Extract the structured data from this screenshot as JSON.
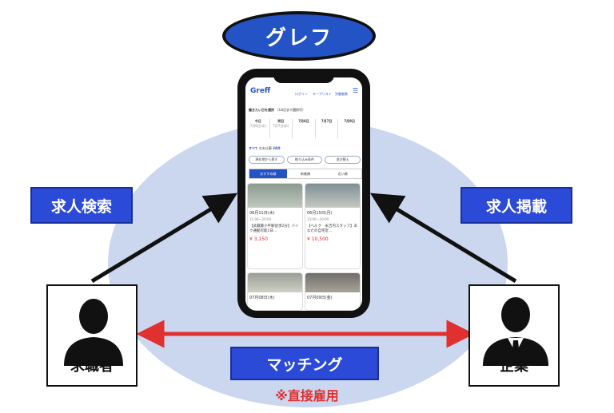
{
  "title": "グレフ",
  "left_label": "求人検索",
  "right_label": "求人掲載",
  "bottom_label": "マッチング",
  "note": "※直接雇用",
  "left_actor": "求職者",
  "right_actor": "企業",
  "colors": {
    "accent_blue": "#2c4ad8",
    "circle": "#cbd6ef",
    "arrow_red": "#e03030"
  },
  "app": {
    "logo": "Greff",
    "header_links": [
      "ログイン",
      "キープリスト",
      "労働者数"
    ],
    "select_date_label": "働きたい日を選択",
    "select_date_hint": "（14日まで選択可）",
    "dates": [
      {
        "label": "今日",
        "sub": "7月6日(水)"
      },
      {
        "label": "明日",
        "sub": "7月7日(木)"
      },
      {
        "label": "7月6日",
        "sub": ""
      },
      {
        "label": "7月7日",
        "sub": ""
      },
      {
        "label": "7月8日",
        "sub": ""
      }
    ],
    "count_prefix": "すべて",
    "count_middle": "のお仕事",
    "count_value": "34件",
    "filters": [
      "現在地から探す",
      "絞り込み条件",
      "並び替え"
    ],
    "tabs": [
      "おすすめ順",
      "新着順",
      "近い順"
    ],
    "cards": [
      {
        "date": "06月11日(木)",
        "time": "11:00～20:00",
        "title": "【武蔵藤小平駅徒歩2分】バイク通勤可能1日…",
        "price": "¥ 3,150"
      },
      {
        "date": "06月15日(月)",
        "time": "13:00～20:00",
        "title": "【ベルク　永吉内スタッフ】あなたの自宅近…",
        "price": "¥ 10,500"
      },
      {
        "date": "07月08日(木)",
        "time": "",
        "title": "",
        "price": ""
      },
      {
        "date": "07月09日(金)",
        "time": "",
        "title": "",
        "price": ""
      }
    ]
  }
}
